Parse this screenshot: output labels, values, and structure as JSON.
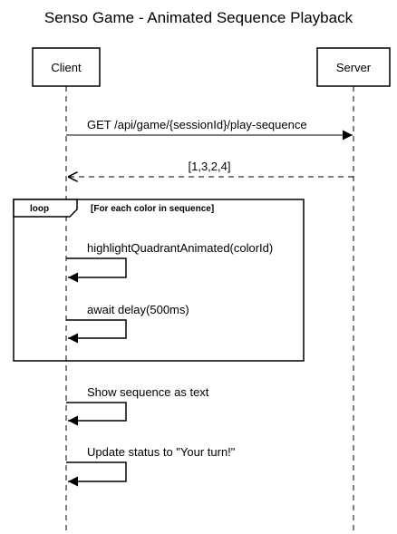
{
  "title": "Senso Game - Animated Sequence Playback",
  "participants": {
    "client": "Client",
    "server": "Server"
  },
  "messages": {
    "request": "GET /api/game/{sessionId}/play-sequence",
    "response": "[1,3,2,4]",
    "highlight": "highlightQuadrantAnimated(colorId)",
    "delay": "await delay(500ms)",
    "show_text": "Show sequence as text",
    "update_status": "Update status to \"Your turn!\""
  },
  "loop": {
    "keyword": "loop",
    "condition": "[For each color in sequence]"
  }
}
